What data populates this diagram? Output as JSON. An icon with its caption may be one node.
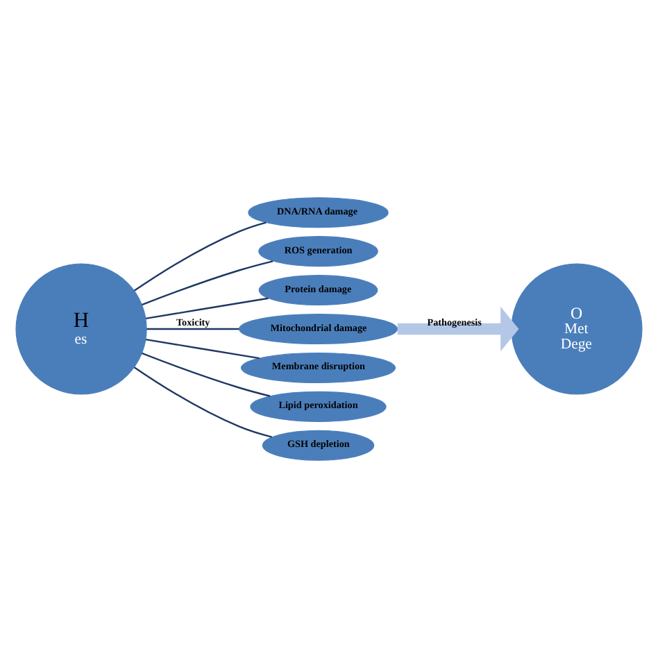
{
  "diagram": {
    "nodes": [
      {
        "text": [
          "H",
          "es"
        ]
      },
      {
        "text": [
          "DNA/RNA damage"
        ]
      },
      {
        "text": [
          "ROS generation"
        ]
      },
      {
        "text": [
          "Protein damage"
        ]
      },
      {
        "text": [
          "Mitochondrial damage"
        ]
      },
      {
        "text": [
          "Membrane disruption"
        ]
      },
      {
        "text": [
          "Lipid peroxidation"
        ]
      },
      {
        "text": [
          "GSH depletion"
        ]
      },
      {
        "text": [
          "O",
          "Met",
          "Dege"
        ]
      }
    ],
    "edges": [
      {
        "from": 0,
        "to": 1,
        "arrow": "none"
      },
      {
        "from": 0,
        "to": 2,
        "arrow": "none"
      },
      {
        "from": 0,
        "to": 3,
        "arrow": "none"
      },
      {
        "from": 0,
        "to": 4,
        "arrow": "none",
        "label": "Toxicity"
      },
      {
        "from": 0,
        "to": 5,
        "arrow": "none"
      },
      {
        "from": 0,
        "to": 6,
        "arrow": "none"
      },
      {
        "from": 0,
        "to": 7,
        "arrow": "none"
      },
      {
        "from": 4,
        "to": 8,
        "arrow": "to",
        "label": "Pathogenesis",
        "style": "thick",
        "color": "#b4c7e7"
      }
    ]
  }
}
